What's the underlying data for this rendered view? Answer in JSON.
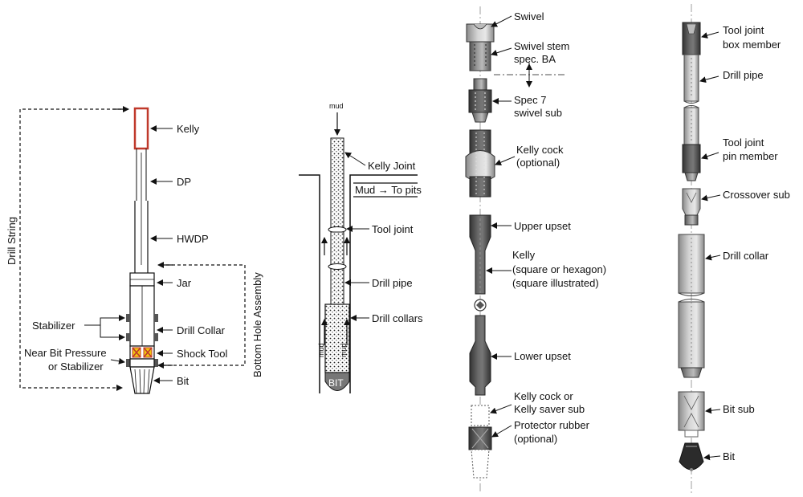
{
  "panel_a": {
    "labels": {
      "drill_string": "Drill String",
      "kelly": "Kelly",
      "dp": "DP",
      "hwdp": "HWDP",
      "jar": "Jar",
      "stabilizer": "Stabilizer",
      "drill_collar": "Drill Collar",
      "near_bit_1": "Near Bit Pressure",
      "near_bit_2": "or Stabilizer",
      "shock_tool": "Shock Tool",
      "bit": "Bit",
      "bha": "Bottom Hole Assembly"
    },
    "colors": {
      "kelly": "#c0392b",
      "shock_tool_fill": "#f1c40f",
      "shock_tool_x": "#c0392b"
    }
  },
  "panel_b": {
    "labels": {
      "mud": "mud",
      "kelly_joint": "Kelly Joint",
      "mud_to_pits": "Mud → To pits",
      "tool_joint": "Tool joint",
      "drill_pipe": "Drill pipe",
      "drill_collars": "Drill collars",
      "mud_side_left": "mud",
      "mud_side_right": "mud",
      "bit": "BIT"
    }
  },
  "panel_c": {
    "labels": {
      "swivel": "Swivel",
      "swivel_stem_1": "Swivel stem",
      "swivel_stem_2": "spec. BA",
      "spec7_1": "Spec 7",
      "spec7_2": "swivel sub",
      "kelly_cock_1": "Kelly cock",
      "kelly_cock_2": "(optional)",
      "upper_upset": "Upper upset",
      "kelly_1": "Kelly",
      "kelly_2": "(square or hexagon)",
      "kelly_3": "(square illustrated)",
      "lower_upset": "Lower upset",
      "saver_1": "Kelly cock or",
      "saver_2": "Kelly saver sub",
      "protector_1": "Protector rubber",
      "protector_2": "(optional)"
    }
  },
  "panel_d": {
    "labels": {
      "box_1": "Tool joint",
      "box_2": "box member",
      "drill_pipe": "Drill pipe",
      "pin_1": "Tool joint",
      "pin_2": "pin member",
      "crossover": "Crossover sub",
      "drill_collar": "Drill collar",
      "bit_sub": "Bit sub",
      "bit": "Bit"
    }
  }
}
